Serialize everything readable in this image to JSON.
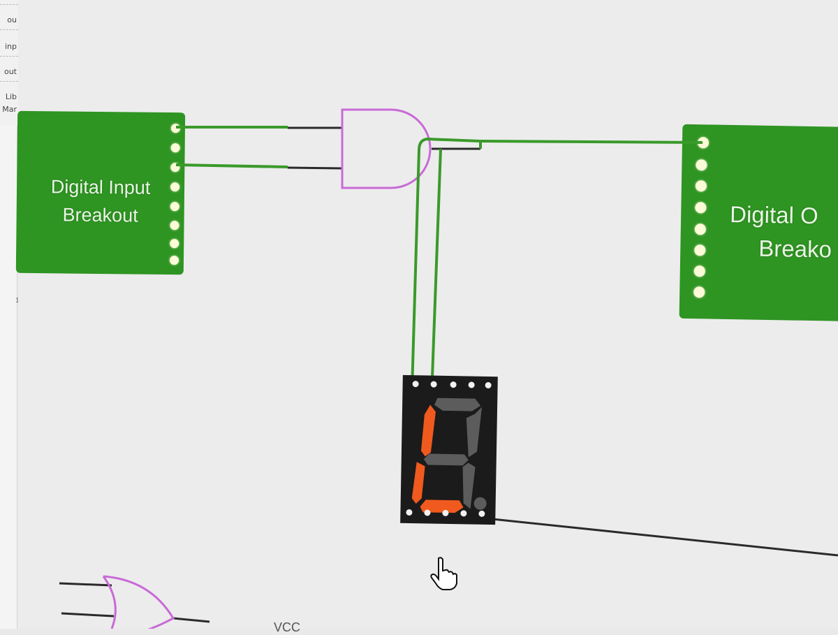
{
  "side_panel": {
    "labels": [
      "ou",
      "inp",
      "out",
      "Lib",
      "Mar"
    ]
  },
  "left_strip": {
    "marker": "1"
  },
  "boards": {
    "input": {
      "line1": "Digital Input",
      "line2": "Breakout",
      "pin_count": 8
    },
    "output": {
      "line1": "Digital O",
      "line2": "Breako",
      "pin_count": 8
    }
  },
  "gates": {
    "and_gate": {
      "type": "AND",
      "color": "#c86ad6"
    },
    "or_gate": {
      "type": "OR",
      "color": "#c86ad6"
    }
  },
  "seven_segment": {
    "lit_segments": [
      "b_left_upper",
      "e_left_lower",
      "d_bottom"
    ],
    "lit_color": "#f05a1e",
    "unlit_color": "#5c5c5c"
  },
  "colors": {
    "wire_green": "#3a9a2a",
    "wire_black": "#2a2a2a",
    "board_green": "#2e9422",
    "canvas_bg": "#ececec"
  },
  "bottom_text": "VCC"
}
